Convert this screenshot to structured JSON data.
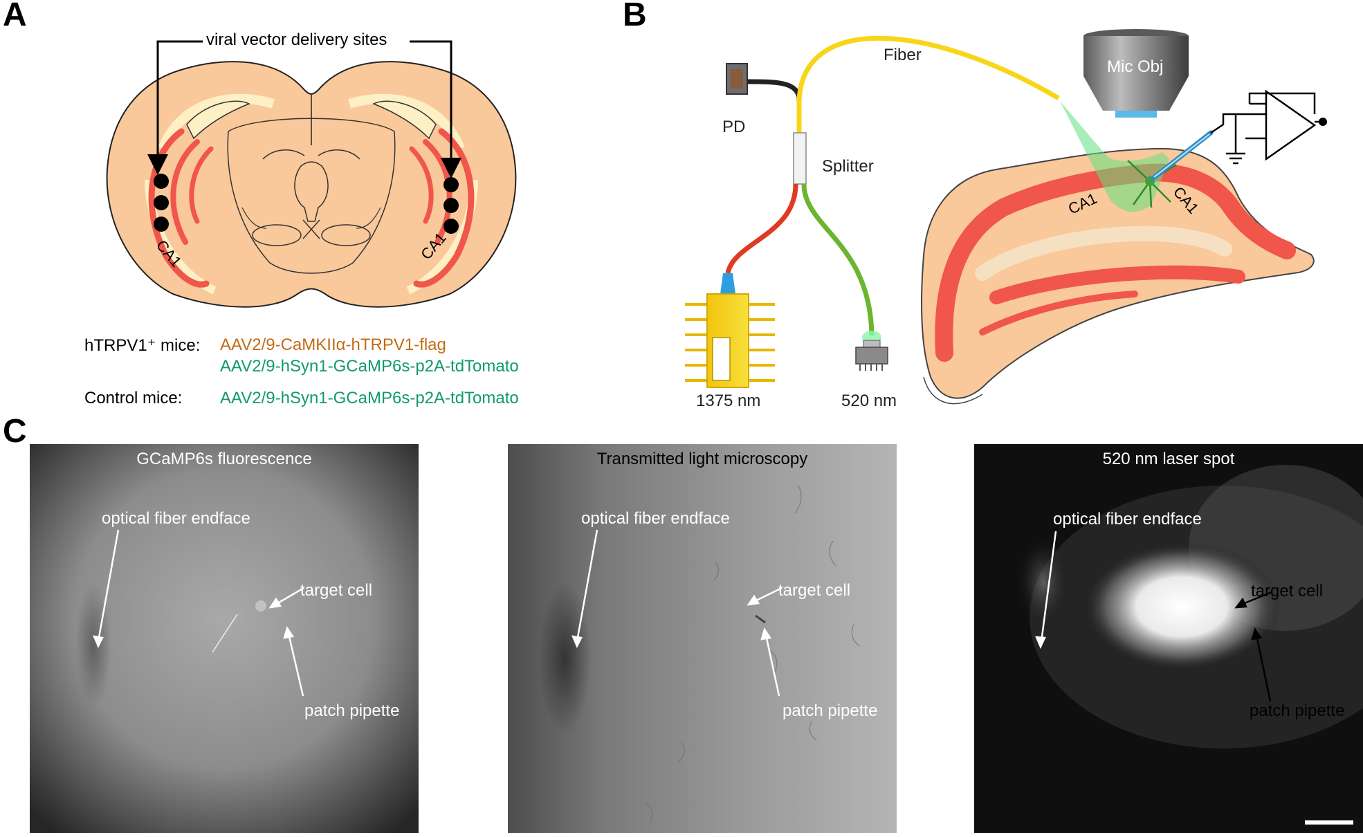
{
  "panels": {
    "a": "A",
    "b": "B",
    "c": "C"
  },
  "panel_a": {
    "sites_label": "viral vector delivery sites",
    "ca1_left": "CA1",
    "ca1_right": "CA1",
    "legend": {
      "htrpv1_label": "hTRPV1⁺ mice:",
      "htrpv1_vector1": "AAV2/9-CaMKIIα-hTRPV1-flag",
      "htrpv1_vector2": "AAV2/9-hSyn1-GCaMP6s-p2A-tdTomato",
      "control_label": "Control mice:",
      "control_vector": "AAV2/9-hSyn1-GCaMP6s-p2A-tdTomato"
    },
    "colors": {
      "brain": "#f9c89b",
      "ca1": "#f0564a",
      "vector_orange": "#c46a14",
      "vector_green": "#119a6e"
    }
  },
  "panel_b": {
    "fiber": "Fiber",
    "pd": "PD",
    "splitter": "Splitter",
    "mic_obj": "Mic Obj",
    "laser_1375": "1375 nm",
    "laser_520": "520 nm",
    "ca1_a": "CA1",
    "ca1_b": "CA1",
    "colors": {
      "fiber_yellow": "#f7d619",
      "fiber_red": "#e03a22",
      "fiber_green": "#6cb52e",
      "beam": "#63e07f"
    }
  },
  "panel_c": {
    "images": [
      {
        "title": "GCaMP6s fluorescence",
        "fiber": "optical fiber endface",
        "cell": "target cell",
        "pipette": "patch pipette"
      },
      {
        "title": "Transmitted light microscopy",
        "fiber": "optical fiber endface",
        "cell": "target cell",
        "pipette": "patch pipette"
      },
      {
        "title": "520 nm laser spot",
        "fiber": "optical fiber endface",
        "cell": "target cell",
        "pipette": "patch pipette"
      }
    ]
  }
}
